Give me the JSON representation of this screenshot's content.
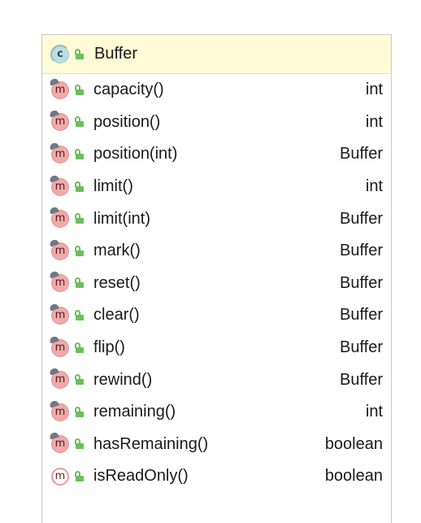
{
  "class": {
    "icon_letter": "c",
    "name": "Buffer"
  },
  "members": [
    {
      "icon_letter": "m",
      "name": "capacity()",
      "returns": "int",
      "abstract": false
    },
    {
      "icon_letter": "m",
      "name": "position()",
      "returns": "int",
      "abstract": false
    },
    {
      "icon_letter": "m",
      "name": "position(int)",
      "returns": "Buffer",
      "abstract": false
    },
    {
      "icon_letter": "m",
      "name": "limit()",
      "returns": "int",
      "abstract": false
    },
    {
      "icon_letter": "m",
      "name": "limit(int)",
      "returns": "Buffer",
      "abstract": false
    },
    {
      "icon_letter": "m",
      "name": "mark()",
      "returns": "Buffer",
      "abstract": false
    },
    {
      "icon_letter": "m",
      "name": "reset()",
      "returns": "Buffer",
      "abstract": false
    },
    {
      "icon_letter": "m",
      "name": "clear()",
      "returns": "Buffer",
      "abstract": false
    },
    {
      "icon_letter": "m",
      "name": "flip()",
      "returns": "Buffer",
      "abstract": false
    },
    {
      "icon_letter": "m",
      "name": "rewind()",
      "returns": "Buffer",
      "abstract": false
    },
    {
      "icon_letter": "m",
      "name": "remaining()",
      "returns": "int",
      "abstract": false
    },
    {
      "icon_letter": "m",
      "name": "hasRemaining()",
      "returns": "boolean",
      "abstract": false
    },
    {
      "icon_letter": "m",
      "name": "isReadOnly()",
      "returns": "boolean",
      "abstract": true
    }
  ],
  "colors": {
    "header_bg": "#fefbd6",
    "method_icon": "#f1a9a9",
    "class_icon": "#b9dee3",
    "lock_green": "#6cbf5a"
  },
  "icons": {
    "class": "class-icon",
    "method": "method-icon",
    "abstract_method": "abstract-method-icon",
    "visibility": "public-lock-icon"
  }
}
